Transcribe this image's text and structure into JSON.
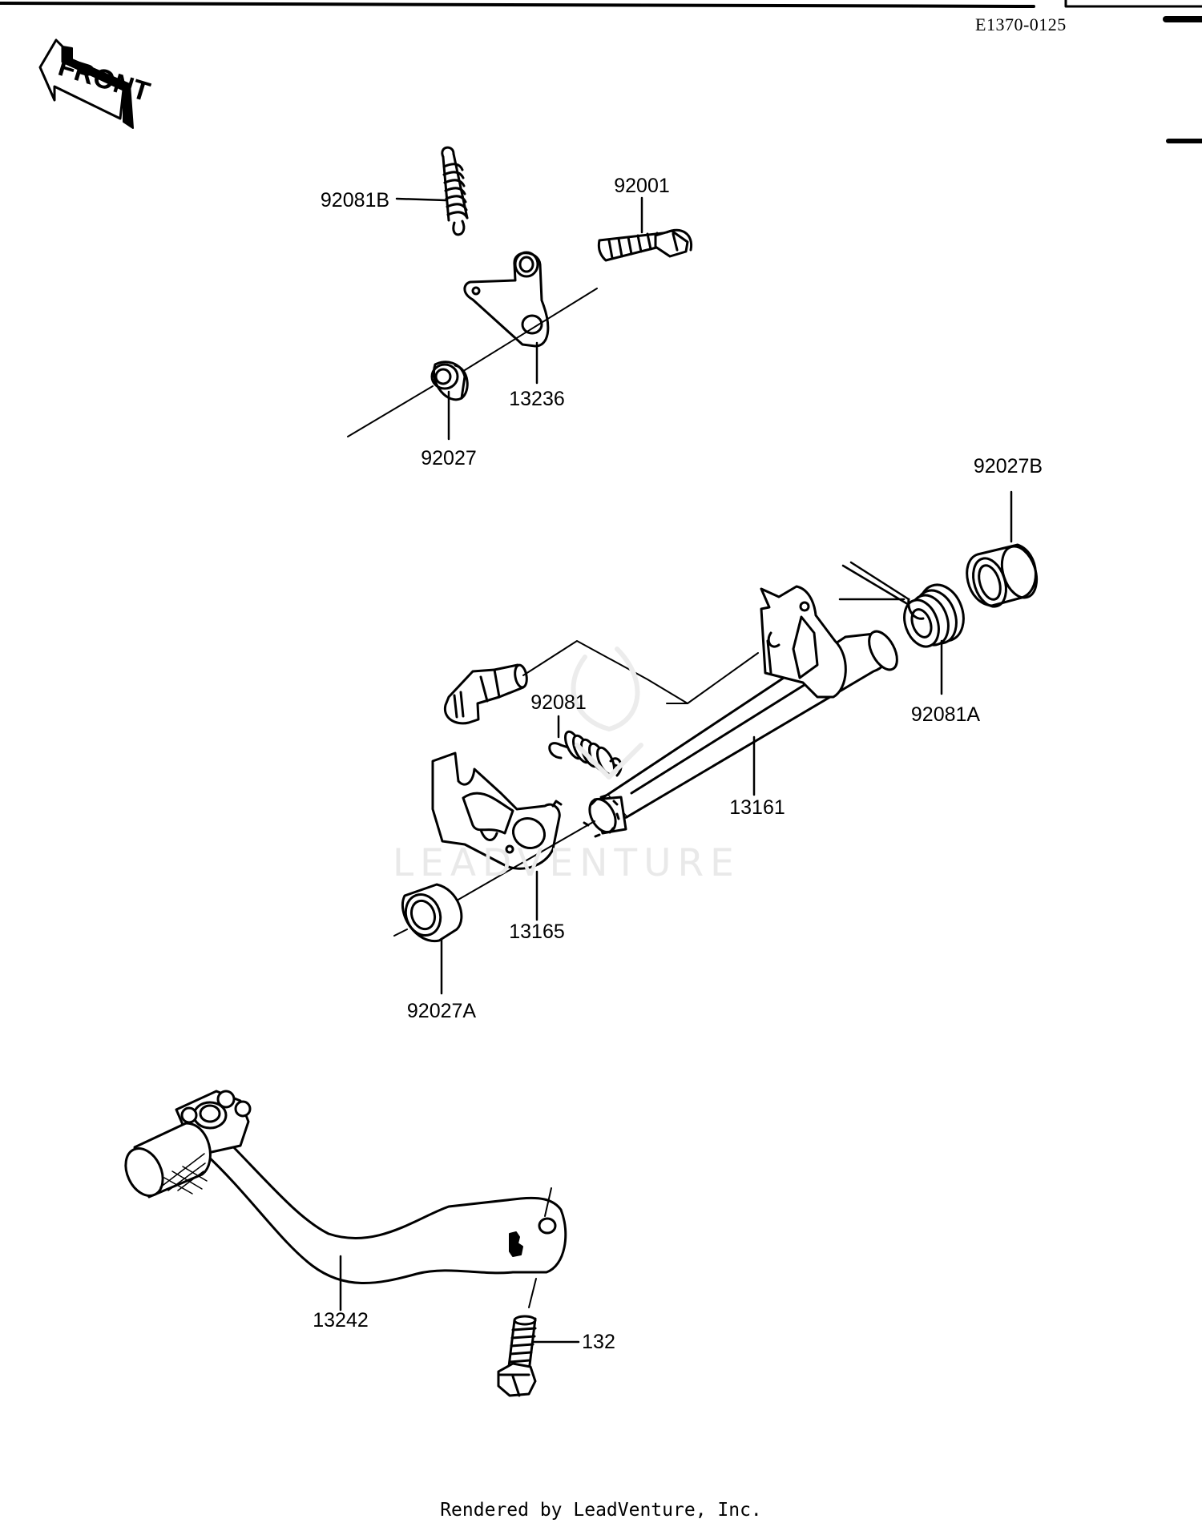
{
  "diagram_code": "E1370-0125",
  "front_label": "FRONT",
  "watermark": "LEADVENTURE",
  "footer_credit": "Rendered by LeadVenture, Inc.",
  "callouts": {
    "p92081B": "92081B",
    "p92001": "92001",
    "p13236": "13236",
    "p92027": "92027",
    "p92027B": "92027B",
    "p92081": "92081",
    "p92081A": "92081A",
    "p13161": "13161",
    "p13165": "13165",
    "p92027A": "92027A",
    "p13242": "13242",
    "p132": "132"
  },
  "colors": {
    "ink": "#000000",
    "watermark": "#e9e9e9"
  }
}
